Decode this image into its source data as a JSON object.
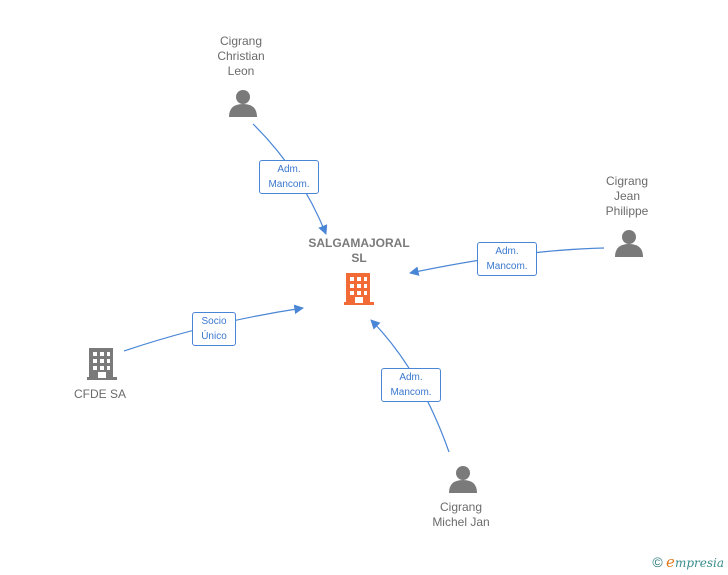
{
  "center": {
    "label": "SALGAMAJORAL\nSL",
    "color": "#f26a35"
  },
  "nodes": [
    {
      "id": "christian",
      "label": "Cigrang\nChristian\nLeon",
      "icon": "person-icon"
    },
    {
      "id": "jean",
      "label": "Cigrang\nJean\nPhilippe",
      "icon": "person-icon"
    },
    {
      "id": "cfde",
      "label": "CFDE SA",
      "icon": "building-icon"
    },
    {
      "id": "michel",
      "label": "Cigrang\nMichel Jan",
      "icon": "person-icon"
    }
  ],
  "edges": [
    {
      "from": "christian",
      "label": "Adm.\nMancom."
    },
    {
      "from": "jean",
      "label": "Adm.\nMancom."
    },
    {
      "from": "cfde",
      "label": "Socio\nÚnico"
    },
    {
      "from": "michel",
      "label": "Adm.\nMancom."
    }
  ],
  "colors": {
    "edge": "#4a86d6",
    "icon": "#7a7a7a",
    "label": "#6b6b6b"
  },
  "brand": {
    "copyright": "©",
    "e": "e",
    "name": "mpresia"
  }
}
